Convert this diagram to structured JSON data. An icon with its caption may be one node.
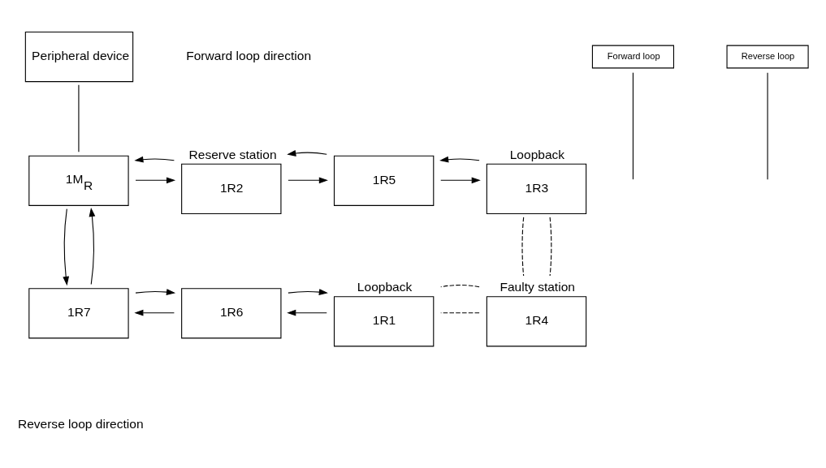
{
  "diagram": {
    "nodes": [
      {
        "text": [
          "Peripheral device"
        ]
      },
      {
        "text": [
          "1M$_{R}$"
        ]
      },
      {
        "text": [
          "1R2"
        ],
        "beside": [
          "Reserve station"
        ]
      },
      {
        "text": [
          "1R5"
        ]
      },
      {
        "text": [
          "1R3"
        ],
        "beside": [
          "Loopback"
        ]
      },
      {
        "text": [
          "Forward loop"
        ]
      },
      {
        "text": [
          "Reverse loop"
        ]
      },
      {
        "text": [
          "1R7"
        ]
      },
      {
        "text": [
          "1R6"
        ]
      },
      {
        "text": [
          "1R1"
        ],
        "beside": [
          "Loopback"
        ]
      },
      {
        "text": [
          "1R4"
        ],
        "beside": [
          "Faulty station"
        ]
      }
    ],
    "edges": [
      {
        "from": 0,
        "to": 1,
        "arrow": "none"
      },
      {
        "from": 1,
        "to": 2,
        "arrow": "to"
      },
      {
        "from": 2,
        "to": 1,
        "arrow": "to"
      },
      {
        "from": 2,
        "to": 3,
        "arrow": "to"
      },
      {
        "from": 3,
        "to": 2,
        "arrow": "to"
      },
      {
        "from": 3,
        "to": 4,
        "arrow": "to"
      },
      {
        "from": 4,
        "to": 3,
        "arrow": "to"
      },
      {
        "from": 4,
        "to": 10,
        "arrow": "none",
        "style": "dashed"
      },
      {
        "from": 4,
        "to": 10,
        "arrow": "none",
        "style": "dashed"
      },
      {
        "from": 10,
        "to": 9,
        "arrow": "none",
        "style": "dashed"
      },
      {
        "from": 10,
        "to": 9,
        "arrow": "none",
        "style": "dashed"
      },
      {
        "from": 9,
        "to": 8,
        "arrow": "to"
      },
      {
        "from": 8,
        "to": 9,
        "arrow": "to"
      },
      {
        "from": 8,
        "to": 7,
        "arrow": "to"
      },
      {
        "from": 7,
        "to": 8,
        "arrow": "to"
      },
      {
        "from": 7,
        "to": 1,
        "arrow": "to"
      },
      {
        "from": 1,
        "to": 7,
        "arrow": "to"
      },
      {
        "from": 5,
        "to": null,
        "arrow": "none"
      },
      {
        "from": 6,
        "to": null,
        "arrow": "none"
      }
    ],
    "labels": [
      "Forward loop direction",
      "Reverse loop direction"
    ]
  }
}
